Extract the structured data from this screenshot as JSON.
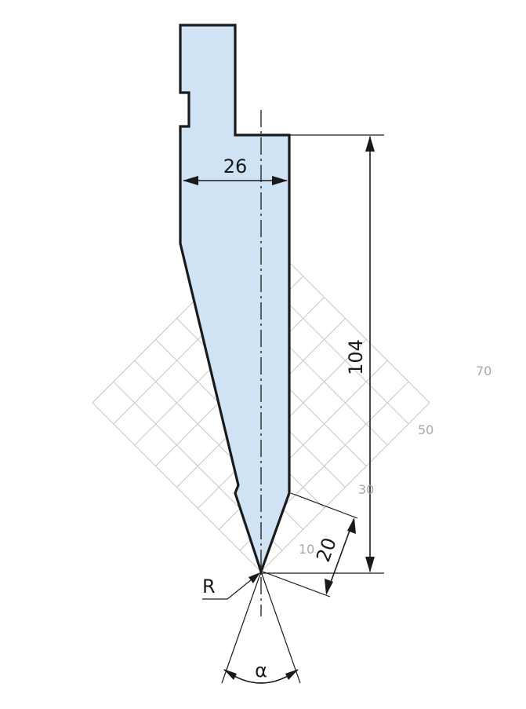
{
  "dimensions": {
    "width": "26",
    "height": "104",
    "tip_length": "20",
    "radius": "R",
    "angle": "α"
  },
  "grid_scale_labels": [
    "10",
    "30",
    "50",
    "70"
  ],
  "colors": {
    "tool_fill": "#cfe3f4",
    "outline": "#1a1a1a",
    "grid": "#c6c6c6",
    "scale_text": "#a8a8a8"
  }
}
